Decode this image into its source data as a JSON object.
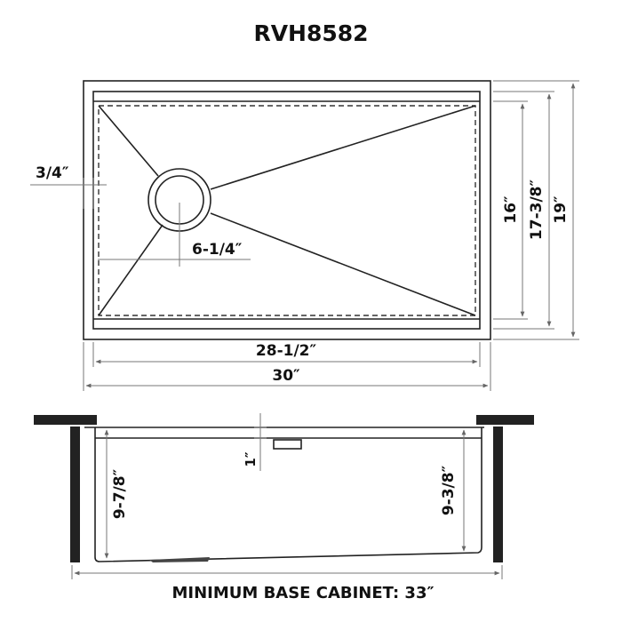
{
  "title": "RVH8582",
  "top_view": {
    "dimensions": {
      "drain_offset_edge": "3/4″",
      "drain_offset_center": "6-1/4″",
      "inner_width": "28-1/2″",
      "outer_width": "30″",
      "bowl_depth_front_back": "16″",
      "inner_length": "17-3/8″",
      "outer_length": "19″"
    }
  },
  "side_view": {
    "dimensions": {
      "ledge_depth": "1″",
      "left_depth": "9-7/8″",
      "right_depth": "9-3/8″"
    }
  },
  "caption": "MINIMUM BASE CABINET: 33″",
  "colors": {
    "line": "#222222",
    "dimension_line": "#777777",
    "cabinet": "#222222"
  }
}
